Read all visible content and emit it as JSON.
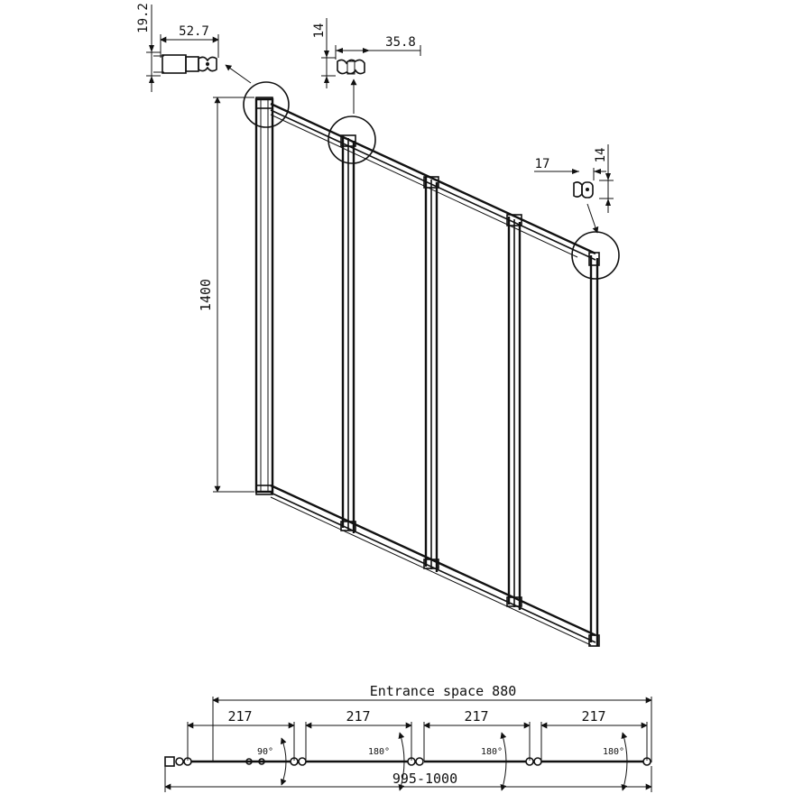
{
  "drawing": {
    "height_dim": "1400",
    "detail_top_left": {
      "width": "52.7",
      "height": "19.2"
    },
    "detail_top_mid": {
      "width": "35.8",
      "height": "14"
    },
    "detail_right": {
      "width": "17",
      "height": "14"
    },
    "plan": {
      "entrance_label": "Entrance space 880",
      "panel_widths": [
        "217",
        "217",
        "217",
        "217"
      ],
      "angles": [
        "90°",
        "180°",
        "180°",
        "180°"
      ],
      "overall_label": "995-1000"
    }
  }
}
